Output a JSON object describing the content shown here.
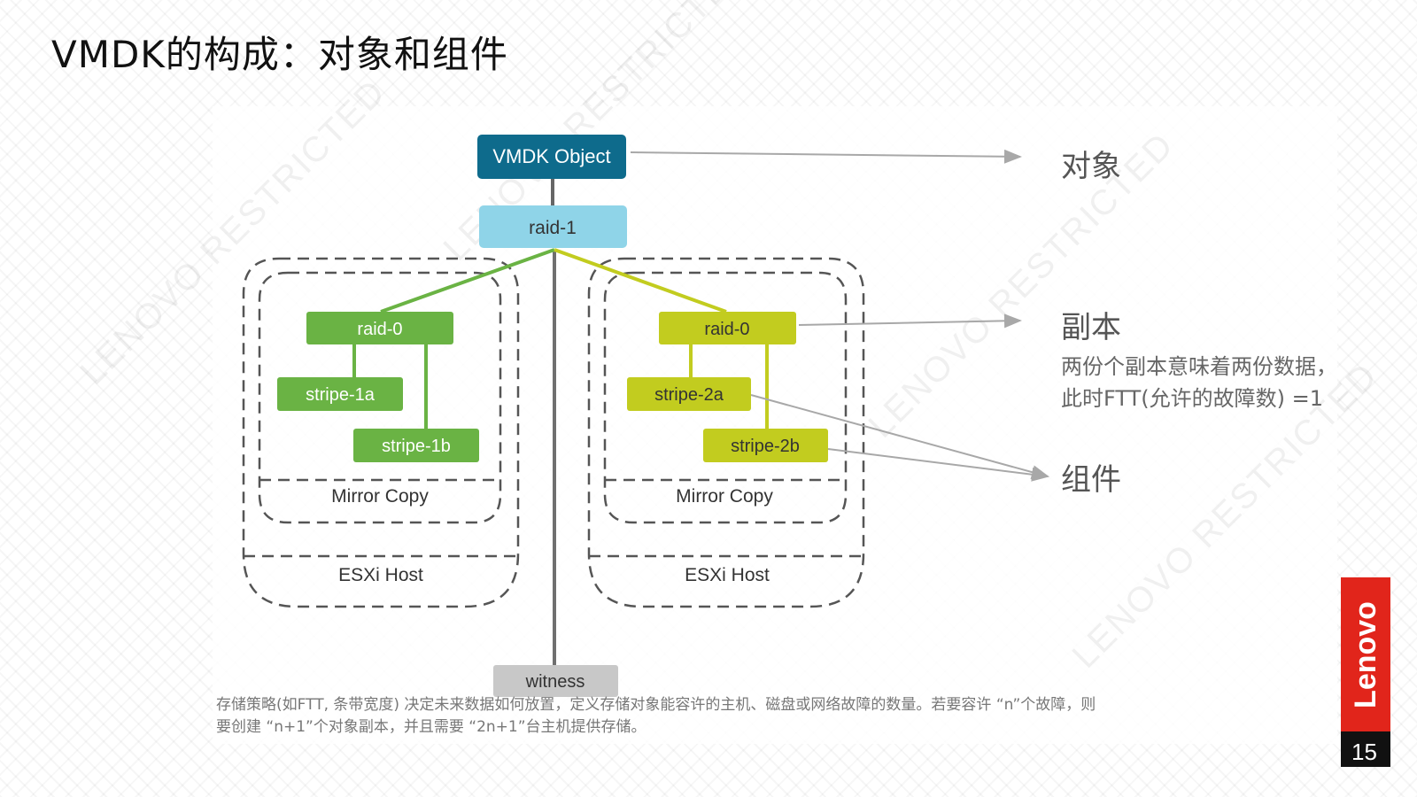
{
  "slide": {
    "title": "VMDK的构成：对象和组件",
    "page_number": "15",
    "brand": "Lenovo",
    "watermark": "LENOVO RESTRICTED"
  },
  "diagram": {
    "vmdk_object": "VMDK Object",
    "raid1": "raid-1",
    "left": {
      "raid0": "raid-0",
      "stripe_a": "stripe-1a",
      "stripe_b": "stripe-1b",
      "mirror_label": "Mirror Copy",
      "host_label": "ESXi Host"
    },
    "right": {
      "raid0": "raid-0",
      "stripe_a": "stripe-2a",
      "stripe_b": "stripe-2b",
      "mirror_label": "Mirror Copy",
      "host_label": "ESXi Host"
    },
    "witness": "witness"
  },
  "annotations": {
    "object": "对象",
    "replica": "副本",
    "replica_desc_line1": "两份个副本意味着两份数据，",
    "replica_desc_line2": "此时FTT(允许的故障数) =1",
    "component": "组件"
  },
  "footnote": {
    "line1": "存储策略(如FTT, 条带宽度) 决定未来数据如何放置，定义存储对象能容许的主机、磁盘或网络故障的数量。若要容许 “n”个故障，则",
    "line2": "要创建 “n+1”个对象副本，并且需要 “2n+1”台主机提供存储。"
  },
  "colors": {
    "vmdk": "#0e6b8c",
    "raid1": "#8fd4e8",
    "left_green": "#6ab344",
    "right_yellow": "#c2cc1f",
    "witness": "#c8c8c8",
    "trunk": "#777777",
    "brand_red": "#e1251b"
  }
}
